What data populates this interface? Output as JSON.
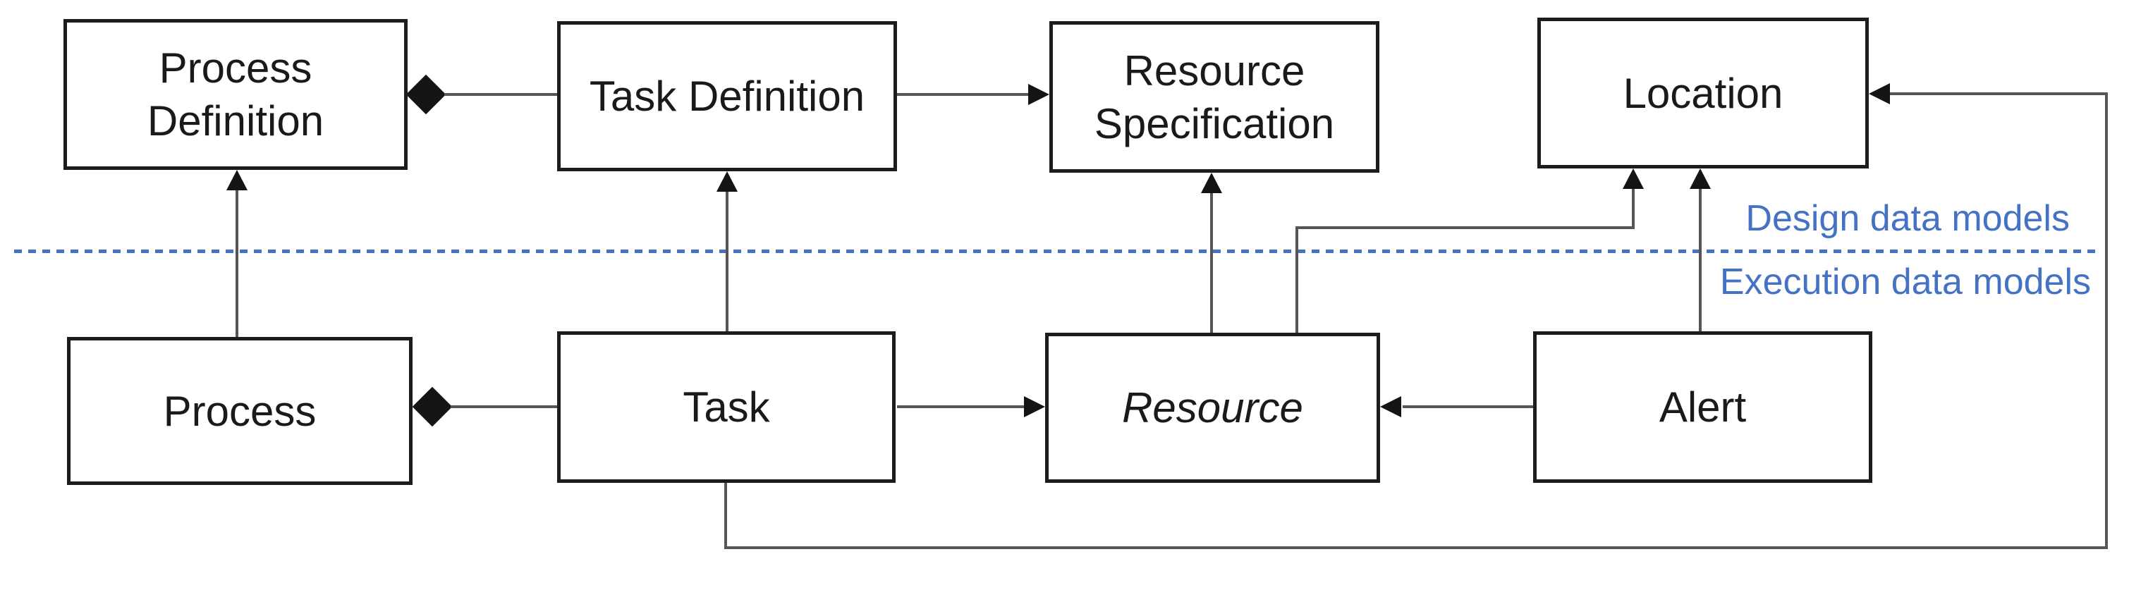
{
  "diagram": {
    "nodes": {
      "process_definition": {
        "label": "Process Definition"
      },
      "task_definition": {
        "label": "Task Definition"
      },
      "resource_specification": {
        "label": "Resource Specification"
      },
      "location": {
        "label": "Location"
      },
      "process": {
        "label": "Process"
      },
      "task": {
        "label": "Task"
      },
      "resource": {
        "label": "Resource",
        "style": "italic"
      },
      "alert": {
        "label": "Alert"
      }
    },
    "zones": {
      "design_label": "Design data models",
      "execution_label": "Execution data models"
    },
    "edges": [
      {
        "from": "Task Definition",
        "to": "Process Definition",
        "type": "composition-diamond"
      },
      {
        "from": "Task Definition",
        "to": "Resource Specification",
        "type": "arrow"
      },
      {
        "from": "Process",
        "to": "Process Definition",
        "type": "arrow"
      },
      {
        "from": "Task",
        "to": "Task Definition",
        "type": "arrow"
      },
      {
        "from": "Task",
        "to": "Process",
        "type": "composition-diamond"
      },
      {
        "from": "Task",
        "to": "Resource",
        "type": "arrow"
      },
      {
        "from": "Resource",
        "to": "Resource Specification",
        "type": "arrow"
      },
      {
        "from": "Resource",
        "to": "Location",
        "type": "arrow"
      },
      {
        "from": "Alert",
        "to": "Resource",
        "type": "arrow"
      },
      {
        "from": "Alert",
        "to": "Location",
        "type": "arrow"
      },
      {
        "from": "Task",
        "to": "Location",
        "type": "arrow"
      }
    ],
    "colors": {
      "zone": "#4472C4",
      "border": "#1c1c1c",
      "line": "#555555",
      "solid": "#141414",
      "text": "#1a1a1a"
    }
  }
}
